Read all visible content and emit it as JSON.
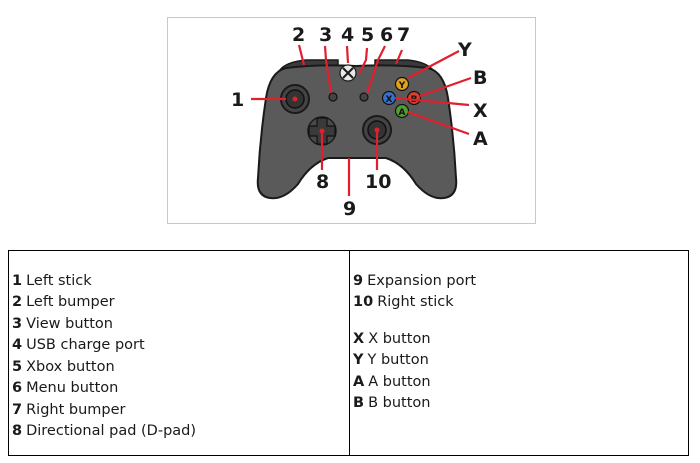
{
  "diagram": {
    "callouts": {
      "c1": "1",
      "c2": "2",
      "c3": "3",
      "c4": "4",
      "c5": "5",
      "c6": "6",
      "c7": "7",
      "c8": "8",
      "c9": "9",
      "c10": "10",
      "cY": "Y",
      "cB": "B",
      "cX": "X",
      "cA": "A"
    },
    "face_buttons": {
      "y": "Y",
      "b": "B",
      "x": "X",
      "a": "A"
    },
    "colors": {
      "leader": "#e0202e",
      "body": "#555555",
      "outline": "#1a1a1a"
    }
  },
  "legend": {
    "left": [
      {
        "key": "1",
        "text": "Left stick"
      },
      {
        "key": "2",
        "text": "Left bumper"
      },
      {
        "key": "3",
        "text": "View button"
      },
      {
        "key": "4",
        "text": "USB charge port"
      },
      {
        "key": "5",
        "text": "Xbox button"
      },
      {
        "key": "6",
        "text": "Menu button"
      },
      {
        "key": "7",
        "text": "Right bumper"
      },
      {
        "key": "8",
        "text": "Directional pad (D-pad)"
      }
    ],
    "right": [
      {
        "key": "9",
        "text": "Expansion port"
      },
      {
        "key": "10",
        "text": "Right stick"
      },
      {
        "key": "X",
        "text": "X button"
      },
      {
        "key": "Y",
        "text": "Y button"
      },
      {
        "key": "A",
        "text": "A button"
      },
      {
        "key": "B",
        "text": "B button"
      }
    ]
  }
}
